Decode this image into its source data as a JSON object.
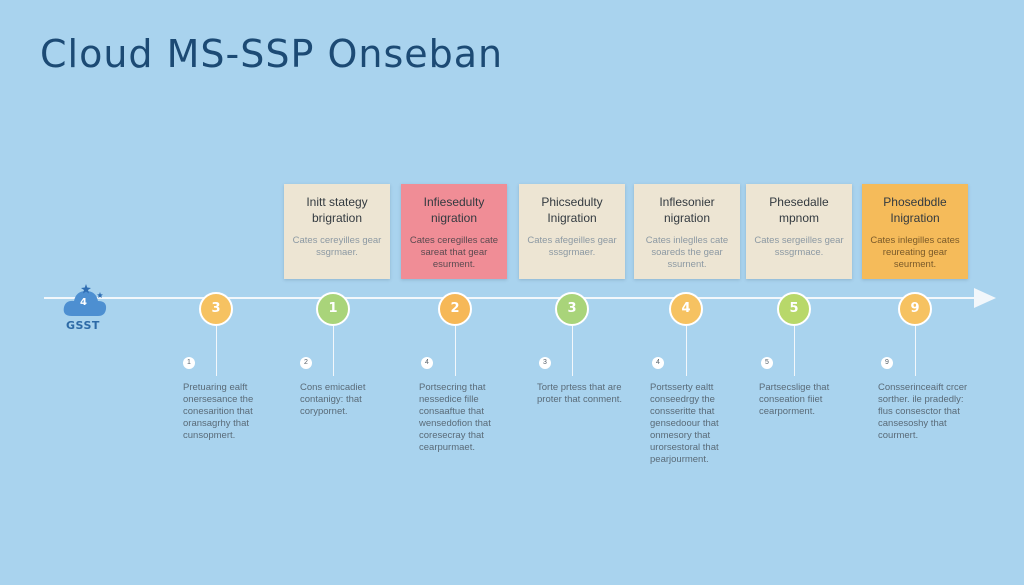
{
  "title": "Cloud MS-SSP Onseban",
  "logo": {
    "number": "4",
    "label": "GSST",
    "icon": "cloud-icon"
  },
  "cards": [
    {
      "title": "Initt stategy brigration",
      "body": "Cates cereyilles gear ssgrmaer.",
      "style": "beige"
    },
    {
      "title": "Infiesedulty nigration",
      "body": "Cates ceregilles cate sareat that gear esurment.",
      "style": "pink"
    },
    {
      "title": "Phicsedulty Inigration",
      "body": "Cates afegeilles gear sssgrmaer.",
      "style": "beige"
    },
    {
      "title": "Inflesonier nigration",
      "body": "Cates inleglles cate soareds the gear ssurnent.",
      "style": "beige"
    },
    {
      "title": "Phesedalle mpnom",
      "body": "Cates sergeilles gear sssgrmace.",
      "style": "beige"
    },
    {
      "title": "Phosedbdle Inigration",
      "body": "Cates inlegilles cates reureating gear seurment.",
      "style": "orange"
    }
  ],
  "steps": [
    {
      "num": "3",
      "color": "#f6c261"
    },
    {
      "num": "1",
      "color": "#a9d47a"
    },
    {
      "num": "2",
      "color": "#f6b857"
    },
    {
      "num": "3",
      "color": "#a9d47a"
    },
    {
      "num": "4",
      "color": "#f6c261"
    },
    {
      "num": "5",
      "color": "#b8d86a"
    },
    {
      "num": "9",
      "color": "#f6c261"
    }
  ],
  "descriptions": [
    {
      "num": "1",
      "text": "Pretuaring ealft onersesance the conesarition that oransagrhy that cunsopmert."
    },
    {
      "num": "2",
      "text": "Cons emicadiet contanigy: that corypornet."
    },
    {
      "num": "4",
      "text": "Portsecring that nessedice fille consaaftue that wensedofion that coresecray that cearpurmaet."
    },
    {
      "num": "3",
      "text": "Torte prtess that are proter that conment."
    },
    {
      "num": "4",
      "text": "Portsserty ealtt conseedrgy the consseritte that gensedoour that onmesory that urorsestoral that pearjourment."
    },
    {
      "num": "5",
      "text": "Partsecslige that conseation fiiet cearporment."
    },
    {
      "num": "9",
      "text": "Consserinceaift crcer sorther. ile pradedly: flus consesctor that cansesoshy that courmert."
    }
  ],
  "colors": {
    "background": "#a9d3ee",
    "title": "#1c4a74",
    "beige_card": "#ede5d3",
    "pink_card": "#f08d96",
    "orange_card": "#f5bb5a"
  }
}
